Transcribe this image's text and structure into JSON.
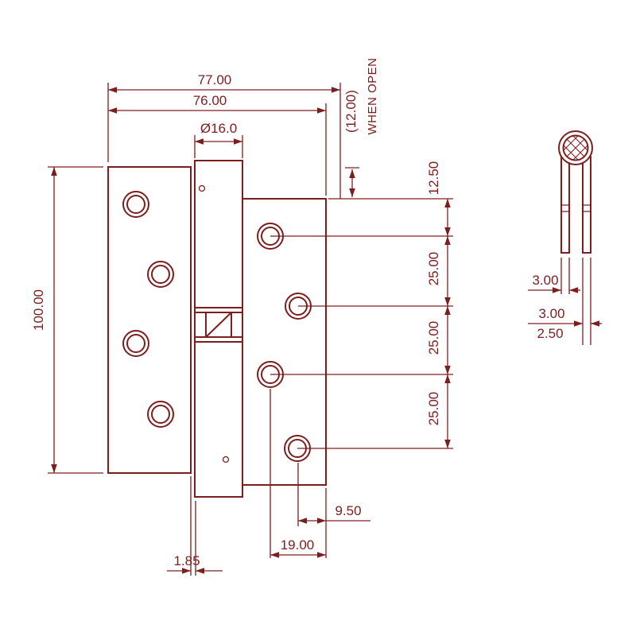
{
  "drawing": {
    "line_color": "#7d1e1e",
    "labels": {
      "width_open": "77.00",
      "width_closed": "76.00",
      "knuckle_diameter": "Ø16.0",
      "rise_when_open": "(12.00)",
      "rise_when_open_note": "WHEN OPEN",
      "first_hole_offset": "12.50",
      "hole_pitch_1": "25.00",
      "hole_pitch_2": "25.00",
      "hole_pitch_3": "25.00",
      "overall_height": "100.00",
      "hole_to_edge_near": "9.50",
      "hole_to_edge_far": "19.00",
      "leaf_to_knuckle_gap": "1.85",
      "left_leaf_thickness": "3.00",
      "right_leaf_thickness": "3.00",
      "right_leaf_thickness_alt": "2.50"
    }
  }
}
